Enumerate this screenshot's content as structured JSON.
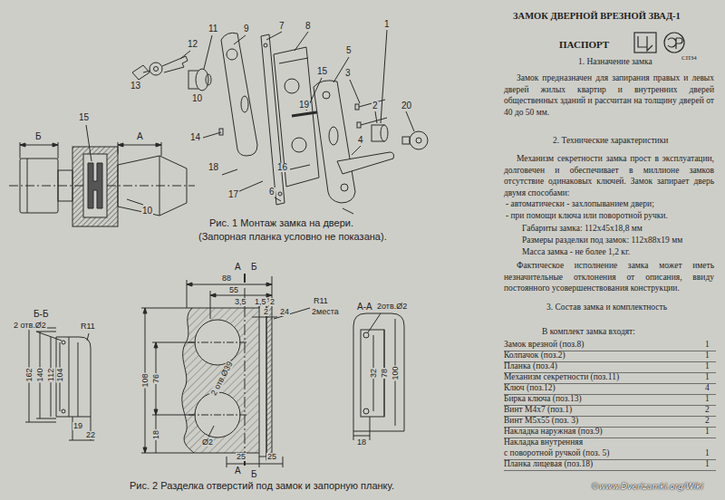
{
  "diagram": {
    "title": "ЗАМОК ДВЕРНОЙ ВРЕЗНОЙ ЗВАД-1",
    "labels": [
      "12",
      "13",
      "11",
      "9",
      "7",
      "8",
      "1",
      "10",
      "5",
      "15",
      "3",
      "19",
      "2",
      "20",
      "14",
      "4",
      "18",
      "16",
      "17",
      "6",
      "Б",
      "А",
      "15",
      "10",
      "Рис. 1 Монтаж замка на двери.",
      "(Запорная планка условно не показана).",
      "А",
      "Б",
      "Б-Б",
      "А-А",
      "88",
      "55",
      "3,5",
      "1,5",
      "2",
      "2",
      "24",
      "R11",
      "2места",
      "2отв.Ø2",
      "2 отв.Ø2",
      "R11",
      "162",
      "140",
      "112",
      "104",
      "19",
      "22",
      "108",
      "76",
      "18",
      "2 отв.Ø39",
      "Ø2",
      "25",
      "25",
      "32",
      "78",
      "100",
      "18",
      "А",
      "Б",
      "Рис. 2 Разделка отверстий под замок и запорную планку.",
      "ПАСПОРТ",
      "СП34",
      "1. Назначение замка",
      "Замок предназначен для запирания правых и левых дверей жилых квартир и внутренних дверей общественных зданий и рассчитан на толщину дверей от 40 до 50 мм.",
      "2. Технические характеристики",
      "Механизм секретности замка прост в эксплуатации, долговечен и обеспечивает в миллионе замков отсутствие одинаковых ключей. Замок запирает дверь двумя способами:",
      "- автоматически - захлопыванием двери;",
      "- при помощи ключа или поворотной ручки.",
      "Габариты замка: 112х45х18,8 мм",
      "Размеры разделки под замок: 112х88х19 мм",
      "Масса замка - не более 1,2 кг.",
      "Фактическое исполнение замка может иметь незначительные отклонения от описания, ввиду постоянного усовершенствования конструкции.",
      "3. Состав замка и комплектность",
      "В комплект замка входят:",
      "Замок врезной (поз.8)",
      "1",
      "Колпачок (поз.2)",
      "1",
      "Планка (поз.4)",
      "1",
      "Механизм секретности (поз.11)",
      "1",
      "Ключ (поз.12)",
      "4",
      "Бирка ключа (поз.13)",
      "1",
      "Винт М4х7 (поз.1)",
      "2",
      "Винт М5х55 (поз. 3)",
      "2",
      "Накладка наружная (поз.9)",
      "1",
      "Накладка внутренняя",
      "с поворотной ручкой (поз. 5)",
      "1",
      "Планка лицевая (поз.18)",
      "1",
      "©www.Dverizamki.org/Wiki"
    ]
  }
}
